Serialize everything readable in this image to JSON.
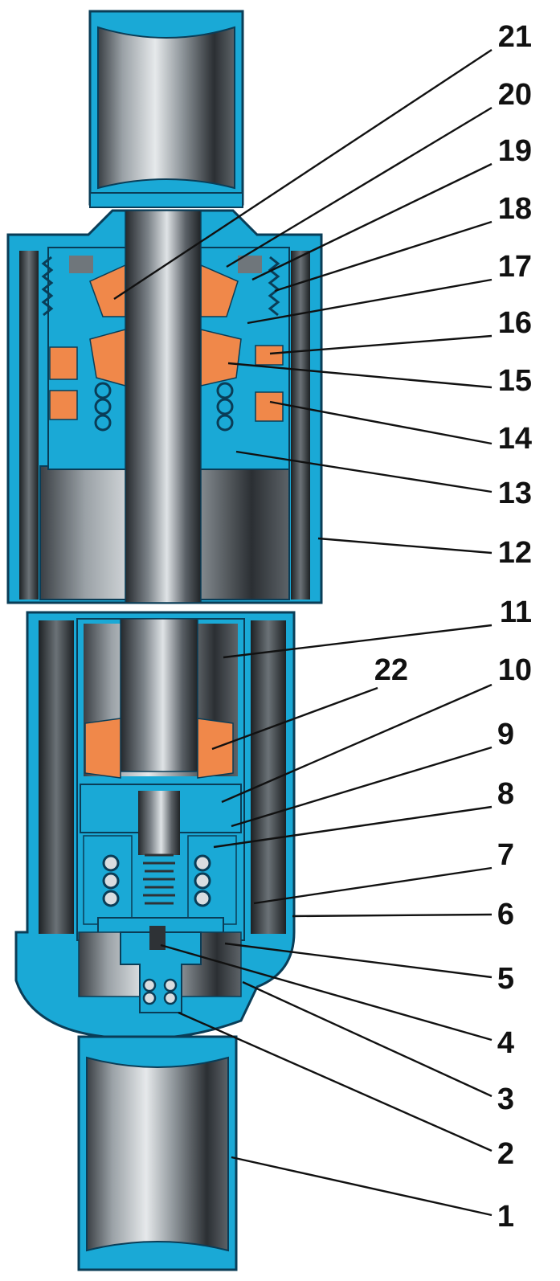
{
  "colors": {
    "steel_blue": "#1aa9d6",
    "steel_outline": "#0a3d57",
    "rubber_orange": "#f0884a",
    "metal_light": "#d9dde0",
    "metal_mid": "#8b9196",
    "metal_dark": "#2e3236",
    "label": "#111111"
  },
  "callouts": [
    {
      "id": "1",
      "text": "1"
    },
    {
      "id": "2",
      "text": "2"
    },
    {
      "id": "3",
      "text": "3"
    },
    {
      "id": "4",
      "text": "4"
    },
    {
      "id": "5",
      "text": "5"
    },
    {
      "id": "6",
      "text": "6"
    },
    {
      "id": "7",
      "text": "7"
    },
    {
      "id": "8",
      "text": "8"
    },
    {
      "id": "9",
      "text": "9"
    },
    {
      "id": "10",
      "text": "10"
    },
    {
      "id": "11",
      "text": "11"
    },
    {
      "id": "12",
      "text": "12"
    },
    {
      "id": "13",
      "text": "13"
    },
    {
      "id": "14",
      "text": "14"
    },
    {
      "id": "15",
      "text": "15"
    },
    {
      "id": "16",
      "text": "16"
    },
    {
      "id": "17",
      "text": "17"
    },
    {
      "id": "18",
      "text": "18"
    },
    {
      "id": "19",
      "text": "19"
    },
    {
      "id": "20",
      "text": "20"
    },
    {
      "id": "21",
      "text": "21"
    },
    {
      "id": "22",
      "text": "22"
    }
  ]
}
